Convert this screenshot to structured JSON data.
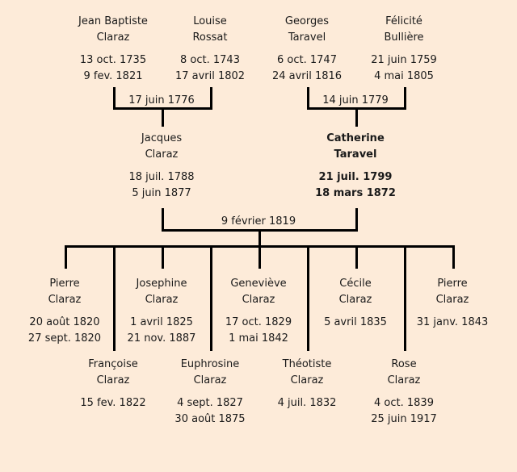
{
  "grandparents": [
    {
      "first": "Jean Baptiste",
      "last": "Claraz",
      "birth": "13 oct. 1735",
      "death": "9 fev. 1821"
    },
    {
      "first": "Louise",
      "last": "Rossat",
      "birth": "8 oct. 1743",
      "death": "17 avril 1802"
    },
    {
      "first": "Georges",
      "last": "Taravel",
      "birth": "6 oct. 1747",
      "death": "24 avril 1816"
    },
    {
      "first": "Félicité",
      "last": "Bullière",
      "birth": "21 juin 1759",
      "death": "4 mai 1805"
    }
  ],
  "grandparent_marriages": [
    "17 juin 1776",
    "14 juin 1779"
  ],
  "parents": [
    {
      "first": "Jacques",
      "last": "Claraz",
      "birth": "18 juil. 1788",
      "death": "5 juin 1877"
    },
    {
      "first": "Catherine",
      "last": "Taravel",
      "birth": "21 juil. 1799",
      "death": "18 mars 1872",
      "highlighted": true
    }
  ],
  "parent_marriage": "9 février 1819",
  "children": [
    {
      "first": "Pierre",
      "last": "Claraz",
      "birth": "20 août 1820",
      "death": "27 sept. 1820"
    },
    {
      "first": "Françoise",
      "last": "Claraz",
      "birth": "15 fev. 1822",
      "death": ""
    },
    {
      "first": "Josephine",
      "last": "Claraz",
      "birth": "1 avril 1825",
      "death": "21 nov. 1887"
    },
    {
      "first": "Euphrosine",
      "last": "Claraz",
      "birth": "4 sept. 1827",
      "death": "30 août 1875"
    },
    {
      "first": "Geneviève",
      "last": "Claraz",
      "birth": "17 oct. 1829",
      "death": "1 mai 1842"
    },
    {
      "first": "Théotiste",
      "last": "Claraz",
      "birth": "4 juil. 1832",
      "death": ""
    },
    {
      "first": "Cécile",
      "last": "Claraz",
      "birth": "5 avril 1835",
      "death": ""
    },
    {
      "first": "Rose",
      "last": "Claraz",
      "birth": "4 oct. 1839",
      "death": "25 juin 1917"
    },
    {
      "first": "Pierre",
      "last": "Claraz",
      "birth": "31 janv. 1843",
      "death": ""
    }
  ],
  "colors": {
    "background": "#FDEBD9",
    "line": "#000000"
  }
}
